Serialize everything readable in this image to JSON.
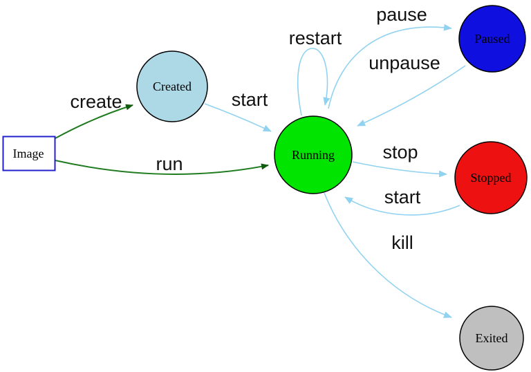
{
  "palette": {
    "arrow_blue": "#90d2f0",
    "arrow_green_line": "#1e7b1e",
    "arrow_green_head": "#0f5c0f",
    "node_border": "#000000",
    "image_border_blue": "#2121cc"
  },
  "nodes": {
    "image": {
      "label": "Image",
      "fill": "#ffffff",
      "stroke": "#2121cc"
    },
    "created": {
      "label": "Created",
      "fill": "#add8e6"
    },
    "running": {
      "label": "Running",
      "fill": "#00e400"
    },
    "paused": {
      "label": "Paused",
      "fill": "#0f0fe0"
    },
    "stopped": {
      "label": "Stopped",
      "fill": "#ee1111"
    },
    "exited": {
      "label": "Exited",
      "fill": "#bfbfbf"
    }
  },
  "edges": {
    "create": {
      "label": "create",
      "color": "#1e7b1e",
      "from": "image",
      "to": "created"
    },
    "run": {
      "label": "run",
      "color": "#1e7b1e",
      "from": "image",
      "to": "running"
    },
    "start_created": {
      "label": "start",
      "color": "#90d2f0",
      "from": "created",
      "to": "running"
    },
    "restart": {
      "label": "restart",
      "color": "#90d2f0",
      "from": "running",
      "to": "running"
    },
    "pause": {
      "label": "pause",
      "color": "#90d2f0",
      "from": "running",
      "to": "paused"
    },
    "unpause": {
      "label": "unpause",
      "color": "#90d2f0",
      "from": "paused",
      "to": "running"
    },
    "stop": {
      "label": "stop",
      "color": "#90d2f0",
      "from": "running",
      "to": "stopped"
    },
    "start_stopped": {
      "label": "start",
      "color": "#90d2f0",
      "from": "stopped",
      "to": "running"
    },
    "kill": {
      "label": "kill",
      "color": "#90d2f0",
      "from": "running",
      "to": "exited"
    }
  }
}
